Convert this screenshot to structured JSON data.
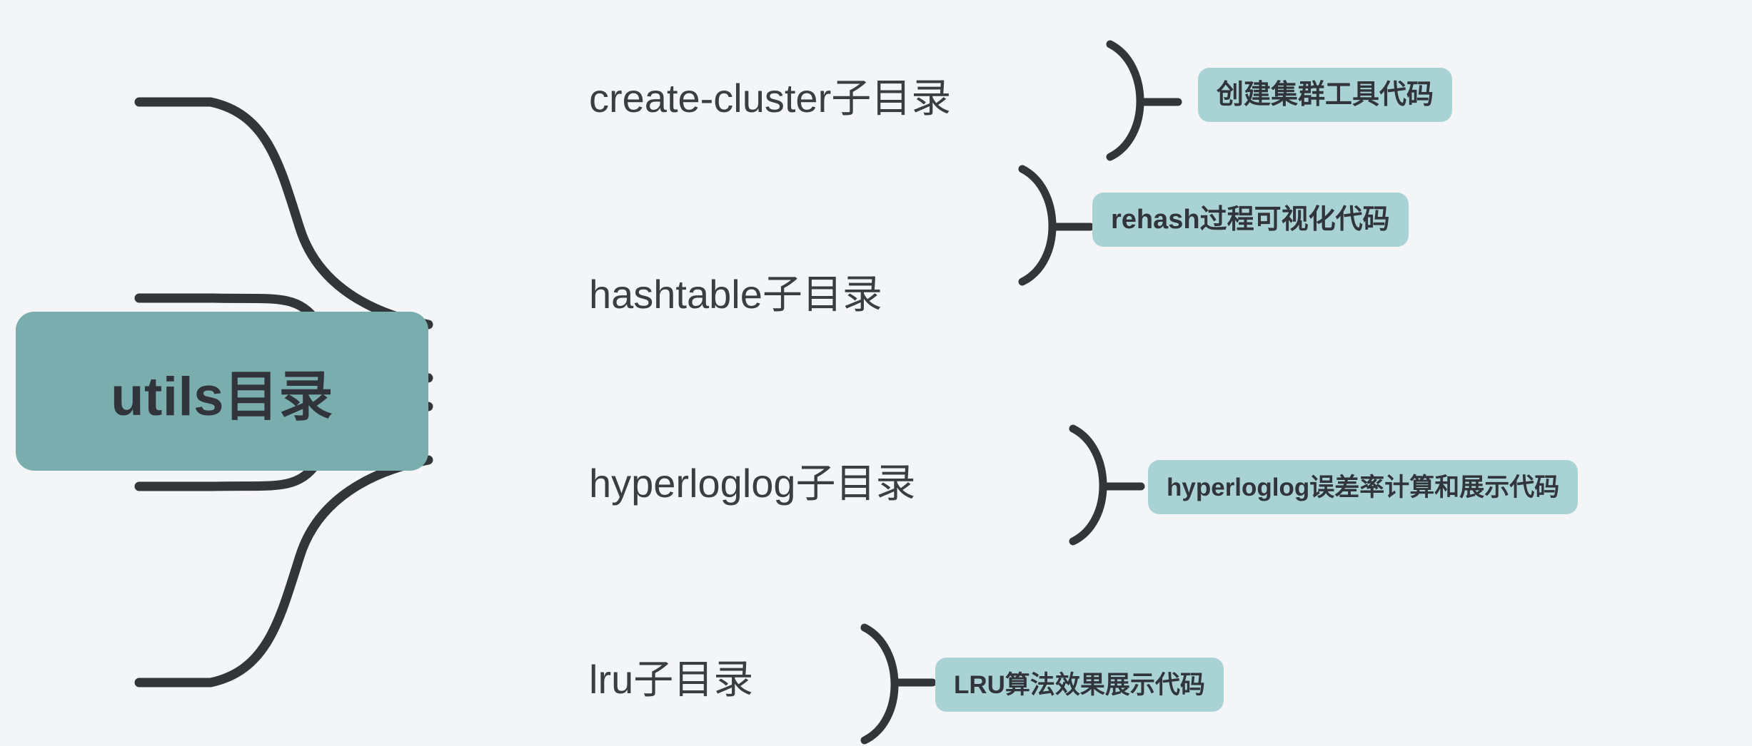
{
  "diagram": {
    "type": "mindmap",
    "title": "utils目录",
    "background_color": "#f4f5f7",
    "root_color": "#7aadae",
    "pill_color": "#a8d2d4",
    "edge_color": "#333639",
    "text_color": "#31343a"
  },
  "root": {
    "label": "utils目录"
  },
  "branches": [
    {
      "label": "create-cluster子目录",
      "leaf": "创建集群工具代码"
    },
    {
      "label": "hashtable子目录",
      "leaf": "rehash过程可视化代码"
    },
    {
      "label": "hyperloglog子目录",
      "leaf": "hyperloglog误差率计算和展示代码"
    },
    {
      "label": "lru子目录",
      "leaf": "LRU算法效果展示代码"
    }
  ]
}
